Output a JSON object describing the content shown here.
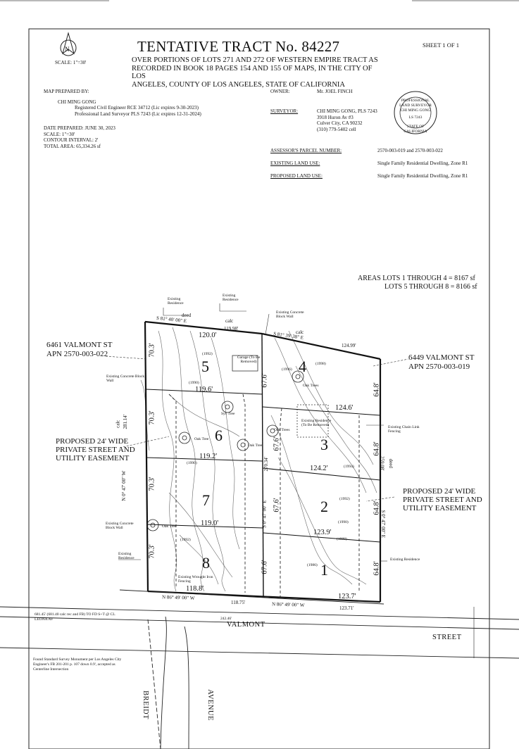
{
  "header": {
    "title": "TENTATIVE TRACT No. 84227",
    "subtitle_lines": [
      "OVER PORTIONS OF LOTS 271 AND 272 OF WESTERN EMPIRE TRACT AS",
      "RECORDED IN BOOK 18 PAGES 154 AND 155 OF MAPS, IN THE CITY OF LOS",
      "ANGELES, COUNTY OF LOS ANGELES, STATE OF CALIFORNIA"
    ],
    "sheet": "SHEET 1 OF 1",
    "north_scale": "SCALE: 1\"=30'"
  },
  "prepared": {
    "heading": "MAP PREPARED BY:",
    "name": "CHI MING GONG",
    "line1": "Registered Civil Engineer RCE 34712 (Lic expires 9-30-2023)",
    "line2": "Professional Land Surveyor PLS 7243 (Lic expires 12-31-2024)",
    "date": "DATE PREPARED: JUNE 30, 2023",
    "scale": "SCALE: 1\"=30'",
    "contour": "CONTOUR INTERVAL: 2'",
    "area": "TOTAL AREA: 65,334.26 sf"
  },
  "owner": {
    "label": "OWNER:",
    "value": "Mr. JOEL FINCH"
  },
  "surveyor": {
    "label": "SURVEYOR:",
    "l1": "CHI MING GONG, PLS 7243",
    "l2": "3918 Huron Av #3",
    "l3": "Culver City, CA 90232",
    "l4": "(310) 779-5402 cell"
  },
  "seal": {
    "top": "PROFESSIONAL LAND SURVEYOR",
    "name": "CHI MING GONG",
    "no": "LS 7243",
    "bottom": "STATE OF CALIFORNIA"
  },
  "parcel": {
    "apn_label": "ASSESSOR'S PARCEL NUMBER:",
    "apn_value": "2570-003-019 and 2570-003-022",
    "exist_label": "EXISTING LAND USE:",
    "exist_value": "Single Family Residential Dwelling, Zone R1",
    "prop_label": "PROPOSED LAND USE:",
    "prop_value": "Single Family Residential Dwelling, Zone R1"
  },
  "areas": {
    "l1": "AREAS  LOTS 1 THROUGH 4 = 8167 sf",
    "l2": "LOTS 5 THROUGH 8 = 8166 sf"
  },
  "map": {
    "lots": [
      "1",
      "2",
      "3",
      "4",
      "5",
      "6",
      "7",
      "8"
    ],
    "addr_left": [
      "6461 VALMONT ST",
      "APN 2570-003-022"
    ],
    "addr_right": [
      "6449 VALMONT ST",
      "APN 2570-003-019"
    ],
    "easement_left": [
      "PROPOSED 24' WIDE",
      "PRIVATE STREET AND",
      "UTILITY EASEMENT"
    ],
    "easement_right": [
      "PROPOSED 24' WIDE",
      "PRIVATE STREET AND",
      "UTILITY EASEMENT"
    ],
    "dims": {
      "top_l": "120.0'",
      "top_r_calc": "124.99'",
      "top_r_calc_label": "calc",
      "top_mid": "119.98'",
      "top_mid_label": "calc",
      "deed": "deed",
      "b_top_l": "S 81° 40' 00\" E",
      "b_top_r": "S 81° 39' 38\" E",
      "l5": "119.6'",
      "l6": "119.2'",
      "l7": "119.0'",
      "l8": "118.8'",
      "r4": "124.6'",
      "r3": "124.2'",
      "r2": "123.9'",
      "r1": "123.7'",
      "left_70a": "70.3'",
      "left_70b": "70.3'",
      "left_70c": "70.3'",
      "left_70d": "70.3'",
      "mid_a": "67.6'",
      "mid_b": "67.6'",
      "mid_c": "67.6'",
      "mid_d": "67.6'",
      "right_a": "64.8'",
      "right_b": "64.8'",
      "right_c": "64.8'",
      "right_d": "64.8'",
      "left_bearing": "N 0° 47' 00\" W",
      "calc_left": "calc",
      "calc_left_val": "281.14'",
      "mid_bearing": "S 0° 47' 00\" E",
      "mid_len": "270.34'",
      "right_bearing": "S 0° 47' 00\" E",
      "right_len": "259.08'",
      "right_deed": "deed",
      "bot_bearing_l": "N 86° 49' 00\" W",
      "bot_bearing_r": "N 86° 49' 00\" W",
      "bot_l": "118.75'",
      "bot_r": "123.71'",
      "street_dist": "242.46'"
    },
    "notes": {
      "exist_res_1": "Existing Residence",
      "exist_res_2": "Existing Residence",
      "exist_res_3": "Existing Residence",
      "exist_res_4": "Existing Residence",
      "garage": "Garage (To Be Removed)",
      "exist_res_remove": "Existing Residence (To Be Removed)",
      "conc_wall_top": "Existing Concrete Block Wall",
      "conc_wall_left": "Existing Concrete Block Wall",
      "conc_wall_left2": "Existing Concrete Block Wall",
      "chain_link": "Existing Chain Link Fencing",
      "wrought_iron": "Existing Wrought Iron Fencing",
      "oak_trees_a": "Oak Trees",
      "oak_trees_b": "Oak Trees",
      "oak_tree_a": "Oak Tree",
      "oak_tree_b": "Oak Tree",
      "oak_tree_c": "Oak Tree",
      "syc_tree": "Syc Tree",
      "c1992": "(1992)",
      "c1990a": "(1990)",
      "c1996": "(1996)",
      "c1998": "(1998)",
      "c1994": "(1994)",
      "c1992b": "(1992)",
      "c1990b": "(1990)",
      "c1988": "(1988)",
      "c1986": "(1986)",
      "c1992c": "(1992)",
      "c1990c": "(1990)"
    },
    "streets": {
      "valmont": "VALMONT",
      "street": "STREET",
      "breidt": "BREIDT",
      "avenue": "AVENUE"
    },
    "survey_note": [
      "681.45' (681.40 calc rec and FB) TO FD S+T @ CL",
      "LEONA AV"
    ],
    "monument_note": [
      "Found Standard Survey Monument per Los Angeles City",
      "Engineer's FB 201-201 p. 107 down 0.9', accepted as",
      "Centerline Intersection"
    ]
  }
}
